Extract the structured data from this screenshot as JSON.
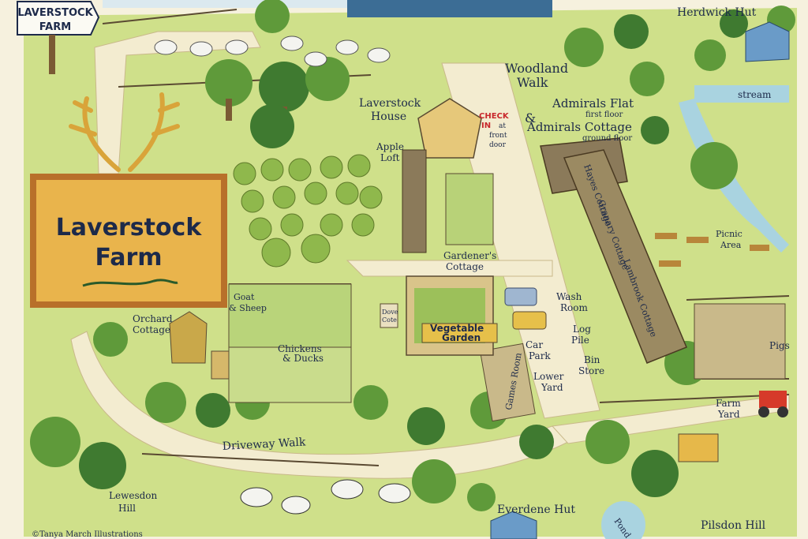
{
  "signpost": {
    "line1": "LAVERSTOCK",
    "line2": "FARM"
  },
  "title_board": {
    "line1": "Laverstock",
    "line2": "Farm"
  },
  "labels": {
    "herdwick_hut": "Herdwick Hut",
    "woodland_walk_1": "Woodland",
    "woodland_walk_2": "Walk",
    "laverstock_house_1": "Laverstock",
    "laverstock_house_2": "House",
    "check_in_1": "CHECK",
    "check_in_2": "IN",
    "check_in_3": "at",
    "check_in_4": "front",
    "check_in_5": "door",
    "admirals_flat": "Admirals Flat",
    "first_floor": "first floor",
    "amp": "&",
    "admirals_cottage": "Admirals Cottage",
    "ground_floor": "ground floor",
    "stream": "stream",
    "apple_loft_1": "Apple",
    "apple_loft_2": "Loft",
    "hayes_cottage": "Hayes Cottage",
    "granary_cottage": "Granary Cottage",
    "lambrook_cottage": "Lambrook Cottage",
    "picnic_area_1": "Picnic",
    "picnic_area_2": "Area",
    "gardeners_cottage_1": "Gardener's",
    "gardeners_cottage_2": "Cottage",
    "goat_sheep_1": "Goat",
    "goat_sheep_2": "& Sheep",
    "orchard_cottage_1": "Orchard",
    "orchard_cottage_2": "Cottage",
    "vegetable_garden_1": "Vegetable",
    "vegetable_garden_2": "Garden",
    "dove_cote_1": "Dove",
    "dove_cote_2": "Cote",
    "wash_room_1": "Wash",
    "wash_room_2": "Room",
    "log_pile_1": "Log",
    "log_pile_2": "Pile",
    "bin_store_1": "Bin",
    "bin_store_2": "Store",
    "car_park_1": "Car",
    "car_park_2": "Park",
    "chickens": "Chickens",
    "ducks": "& Ducks",
    "pigs": "Pigs",
    "lower_yard_1": "Lower",
    "lower_yard_2": "Yard",
    "games_room": "Games Room",
    "farm_yard_1": "Farm",
    "farm_yard_2": "Yard",
    "driveway_walk": "Driveway Walk",
    "lewesdon_hill_1": "Lewesdon",
    "lewesdon_hill_2": "Hill",
    "everdene_hut": "Everdene Hut",
    "pond": "Pond",
    "pilsdon_hill": "Pilsdon Hill",
    "copyright": "©Tanya March Illustrations"
  },
  "colors": {
    "paper": "#f6f1de",
    "grass": "#cfe08a",
    "grass_dark": "#a8c75e",
    "path": "#f3ecd0",
    "ink": "#1d2a4a",
    "tree": "#5f9a3a",
    "tree_dark": "#3f7a30",
    "board": "#e9b44c",
    "board_frame": "#b8702a",
    "roof": "#8b7a5a",
    "wall": "#e6c87a",
    "water": "#a9d3e0",
    "sea": "#3c6d95",
    "check_in_red": "#c8282c"
  }
}
